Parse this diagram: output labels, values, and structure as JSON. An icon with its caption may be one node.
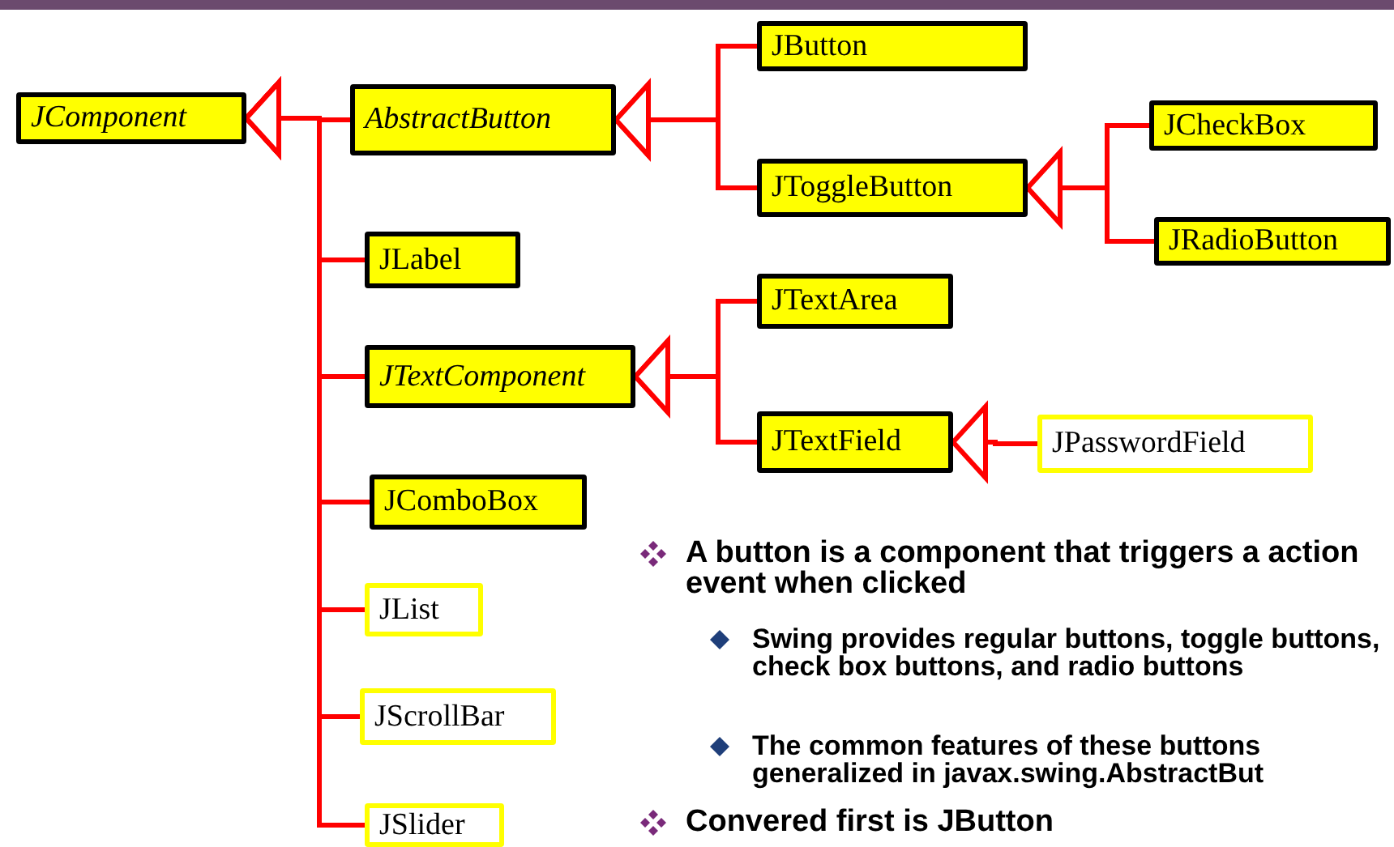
{
  "diagram": {
    "nodes": [
      {
        "text": [
          "JComponent"
        ]
      },
      {
        "text": [
          "AbstractButton"
        ]
      },
      {
        "text": [
          "JButton"
        ]
      },
      {
        "text": [
          "JToggleButton"
        ]
      },
      {
        "text": [
          "JCheckBox"
        ]
      },
      {
        "text": [
          "JRadioButton"
        ]
      },
      {
        "text": [
          "JLabel"
        ]
      },
      {
        "text": [
          "JTextComponent"
        ]
      },
      {
        "text": [
          "JTextArea"
        ]
      },
      {
        "text": [
          "JTextField"
        ]
      },
      {
        "text": [
          "JPasswordField"
        ]
      },
      {
        "text": [
          "JComboBox"
        ]
      },
      {
        "text": [
          "JList"
        ]
      },
      {
        "text": [
          "JScrollBar"
        ]
      },
      {
        "text": [
          "JSlider"
        ]
      }
    ],
    "edges": [
      {
        "from": 1,
        "to": 0,
        "arrow": "to"
      },
      {
        "from": 6,
        "to": 0,
        "arrow": "to"
      },
      {
        "from": 7,
        "to": 0,
        "arrow": "to"
      },
      {
        "from": 11,
        "to": 0,
        "arrow": "to"
      },
      {
        "from": 12,
        "to": 0,
        "arrow": "to"
      },
      {
        "from": 13,
        "to": 0,
        "arrow": "to"
      },
      {
        "from": 14,
        "to": 0,
        "arrow": "to"
      },
      {
        "from": 2,
        "to": 1,
        "arrow": "to"
      },
      {
        "from": 3,
        "to": 1,
        "arrow": "to"
      },
      {
        "from": 4,
        "to": 3,
        "arrow": "to"
      },
      {
        "from": 5,
        "to": 3,
        "arrow": "to"
      },
      {
        "from": 8,
        "to": 7,
        "arrow": "to"
      },
      {
        "from": 9,
        "to": 7,
        "arrow": "to"
      },
      {
        "from": 10,
        "to": 9,
        "arrow": "to"
      }
    ],
    "labels": [
      "A button is a component that triggers a action event when clicked",
      "Swing provides regular buttons, toggle buttons, check box buttons, and radio buttons",
      "The common features of these buttons generalized in javax.swing.AbstractBut",
      "Convered first is JButton"
    ]
  }
}
